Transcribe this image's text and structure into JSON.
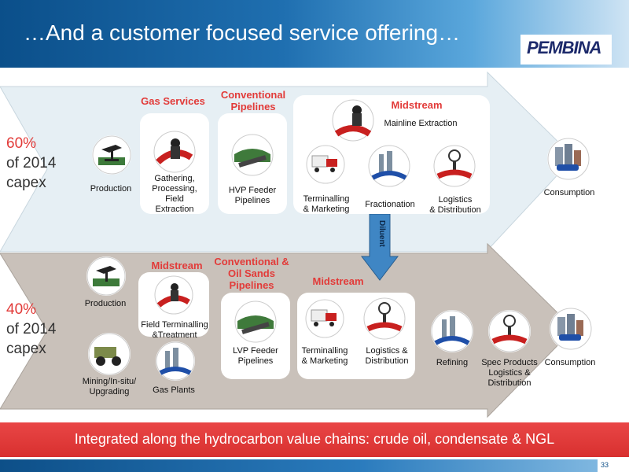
{
  "title": "…And a customer focused service offering…",
  "logo": "PEMBINA",
  "top_flow": {
    "percent": "60%",
    "capex_line1": "of 2014",
    "capex_line2": "capex",
    "production": "Production",
    "gas_services": "Gas Services",
    "gathering": [
      "Gathering,",
      "Processing,",
      "Field",
      "Extraction"
    ],
    "conventional_pipelines": [
      "Conventional",
      "Pipelines"
    ],
    "hvp": [
      "HVP Feeder",
      "Pipelines"
    ],
    "midstream": "Midstream",
    "mainline_extraction": "Mainline Extraction",
    "terminalling": [
      "Terminalling",
      "& Marketing"
    ],
    "fractionation": "Fractionation",
    "logistics": [
      "Logistics",
      "& Distribution"
    ],
    "consumption": "Consumption"
  },
  "diluent": "Diluent",
  "bottom_flow": {
    "percent": "40%",
    "capex_line1": "of 2014",
    "capex_line2": "capex",
    "production": "Production",
    "mining": [
      "Mining/In-situ/",
      "Upgrading"
    ],
    "midstream_left": "Midstream",
    "field_terminalling": [
      "Field Terminalling",
      "&Treatment"
    ],
    "gas_plants": "Gas Plants",
    "conventional_oil_sands": [
      "Conventional &",
      "Oil Sands",
      "Pipelines"
    ],
    "lvp": [
      "LVP Feeder",
      "Pipelines"
    ],
    "midstream_right": "Midstream",
    "terminalling": [
      "Terminalling",
      "& Marketing"
    ],
    "logistics": [
      "Logistics &",
      "Distribution"
    ],
    "refining": "Refining",
    "spec_products": [
      "Spec Products",
      "Logistics &",
      "Distribution"
    ],
    "consumption": "Consumption"
  },
  "banner": "Integrated along the hydrocarbon value chains: crude oil, condensate & NGL",
  "page_number": "33",
  "colors": {
    "accent_red": "#e23b39",
    "header_blue": "#0b4f8a",
    "top_arrow": "#e6eff4",
    "bottom_arrow": "#c9c1ba"
  }
}
